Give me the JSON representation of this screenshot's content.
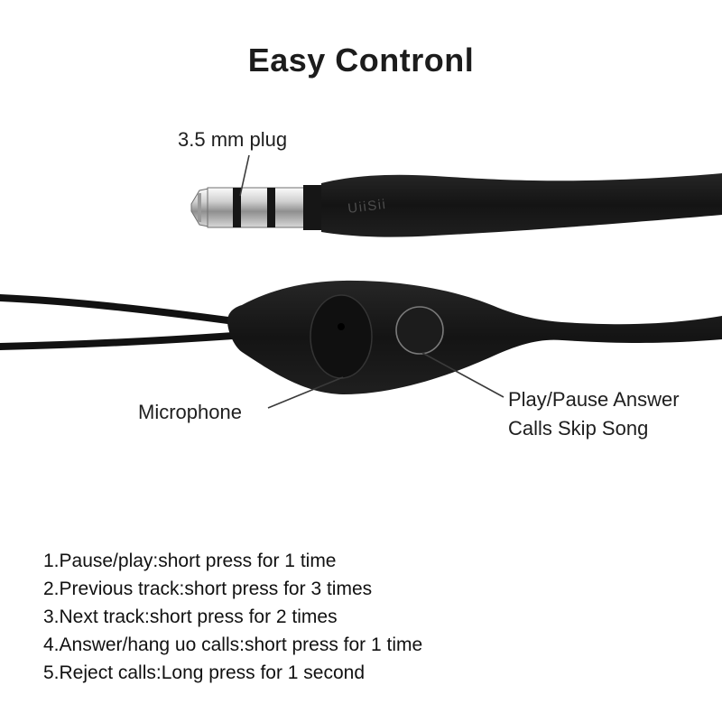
{
  "title": "Easy Contronl",
  "labels": {
    "plug": "3.5 mm plug",
    "microphone": "Microphone",
    "button_line1": "Play/Pause Answer",
    "button_line2": "Calls Skip Song"
  },
  "brand": "UiiSii",
  "instructions": [
    "1.Pause/play:short press for 1 time",
    "2.Previous track:short press for 3 times",
    "3.Next track:short press for 2 times",
    "4.Answer/hang uo calls:short press for 1 time",
    "5.Reject calls:Long press for 1 second"
  ],
  "colors": {
    "background": "#ffffff",
    "cable_body": "#181818",
    "text": "#1e1e1e"
  }
}
